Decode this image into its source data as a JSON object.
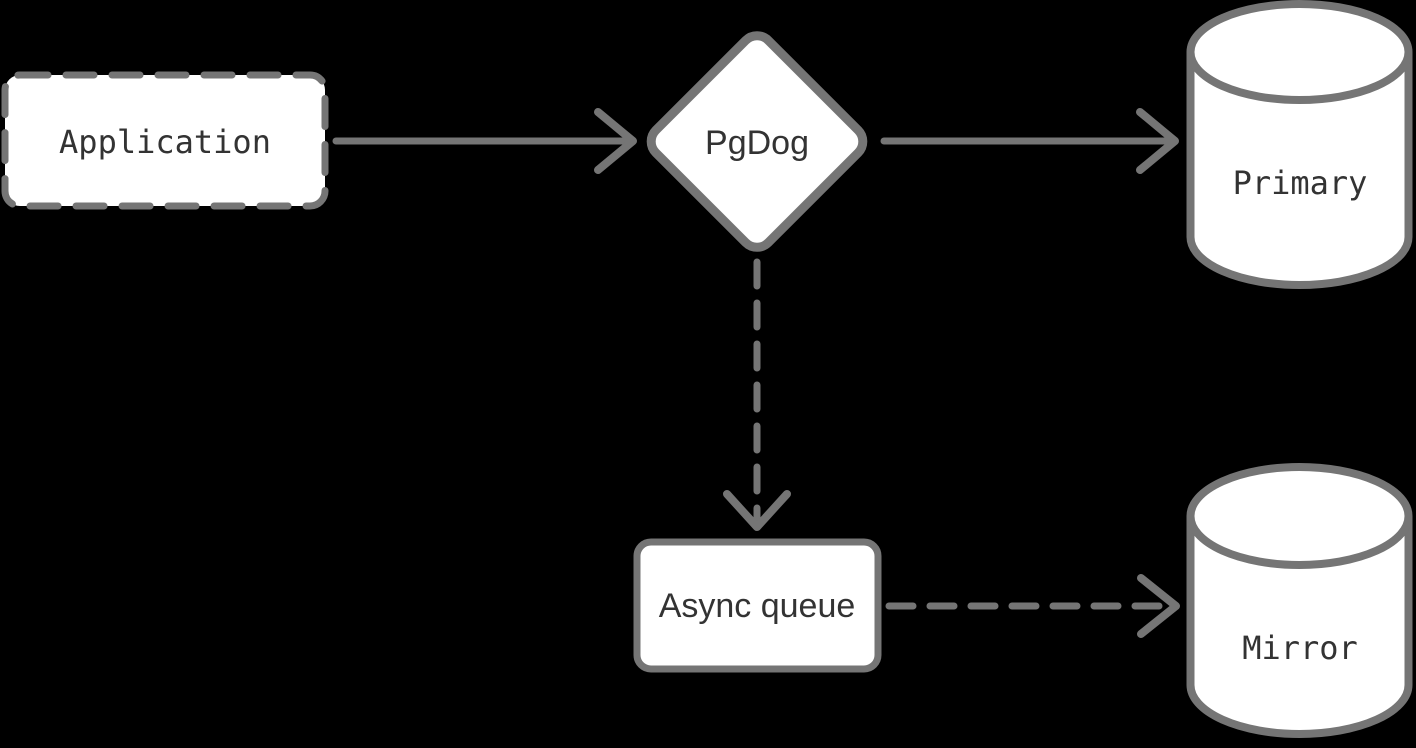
{
  "canvas": {
    "colors": {
      "background": "#000000",
      "node_fill": "#ffffff",
      "stroke": "#757575",
      "text": "#333333"
    }
  },
  "nodes": {
    "application": {
      "label": "Application",
      "shape": "rectangle",
      "border": "dashed"
    },
    "pgdog": {
      "label": "PgDog",
      "shape": "diamond",
      "border": "solid"
    },
    "primary": {
      "label": "Primary",
      "shape": "cylinder",
      "border": "solid"
    },
    "async_queue": {
      "label": "Async queue",
      "shape": "rectangle",
      "border": "solid"
    },
    "mirror": {
      "label": "Mirror",
      "shape": "cylinder",
      "border": "solid"
    }
  },
  "edges": [
    {
      "from": "application",
      "to": "pgdog",
      "line": "solid"
    },
    {
      "from": "pgdog",
      "to": "primary",
      "line": "solid"
    },
    {
      "from": "pgdog",
      "to": "async_queue",
      "line": "dashed"
    },
    {
      "from": "async_queue",
      "to": "mirror",
      "line": "dashed"
    }
  ]
}
